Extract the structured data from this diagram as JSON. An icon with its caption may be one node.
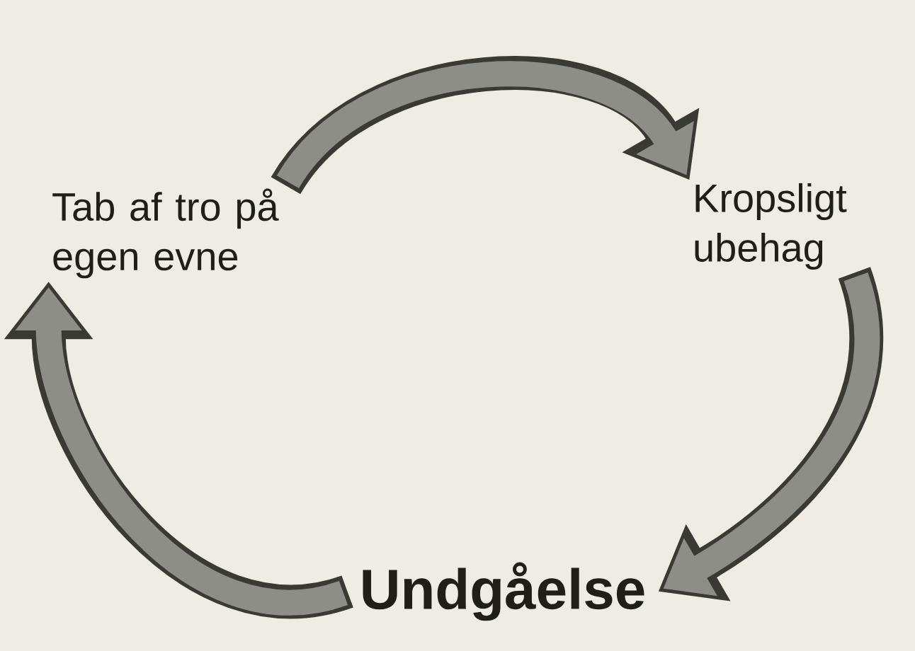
{
  "diagram": {
    "nodes": [
      {
        "text": [
          "Tab af tro på egen evne"
        ]
      },
      {
        "text": [
          "Kropsligt ubehag"
        ]
      },
      {
        "text": [
          "Undgåelse"
        ]
      }
    ],
    "edges": [
      {
        "from": 0,
        "to": 1,
        "arrow": "to"
      },
      {
        "from": 1,
        "to": 2,
        "arrow": "to"
      },
      {
        "from": 2,
        "to": 0,
        "arrow": "to"
      }
    ]
  }
}
